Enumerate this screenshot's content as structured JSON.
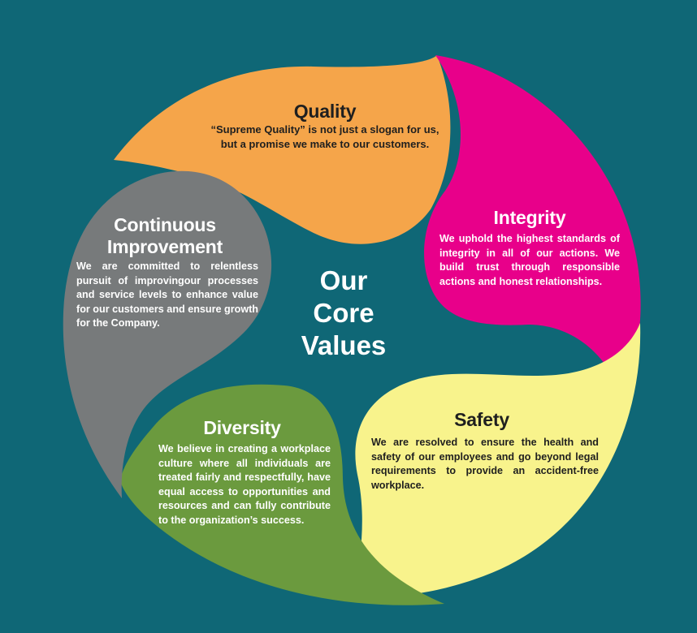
{
  "colors": {
    "background": "#0f6776",
    "quality": "#f5a54a",
    "integrity": "#e8008a",
    "safety": "#f8f38c",
    "diversity": "#6b9a3e",
    "continuous_improvement": "#777a7b",
    "dark_text": "#1f1f1f",
    "light_text": "#ffffff"
  },
  "center": {
    "line1": "Our",
    "line2": "Core",
    "line3": "Values"
  },
  "values": {
    "quality": {
      "title": "Quality",
      "line1": "“Supreme Quality” is not just a slogan for us,",
      "line2": "but a promise we make to our customers."
    },
    "integrity": {
      "title": "Integrity",
      "description": "We uphold the highest standards of integrity in all of our actions. We build trust through responsible actions and honest relationships."
    },
    "safety": {
      "title": "Safety",
      "description": "We are resolved to ensure the health and safety of our employees and go beyond legal requirements to provide an accident-free workplace."
    },
    "diversity": {
      "title": "Diversity",
      "description": "We believe in creating a workplace culture where all individuals are treated fairly and respectfully, have equal access to opportunities and resources and can fully contribute to the organization’s success."
    },
    "continuous_improvement": {
      "title_line1": "Continuous",
      "title_line2": "Improvement",
      "description": "We are committed to relentless pursuit of improvingour processes and service levels to enhance value for our customers and ensure growth for the Company."
    }
  }
}
